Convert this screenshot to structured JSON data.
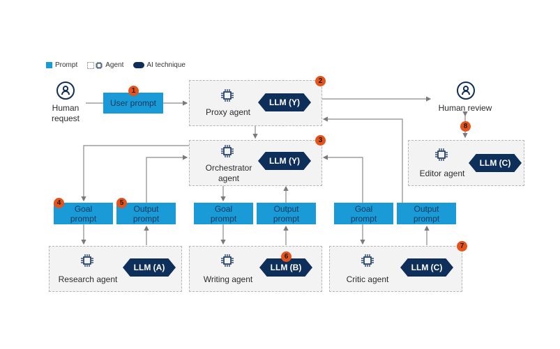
{
  "legend": {
    "prompt": "Prompt",
    "agent": "Agent",
    "ai_technique": "AI technique"
  },
  "human_request": {
    "line1": "Human",
    "line2": "request"
  },
  "user_prompt": "User prompt",
  "human_review": "Human review",
  "agents": {
    "proxy": {
      "label": "Proxy agent",
      "llm": "LLM (Y)"
    },
    "orchestrator": {
      "label_line1": "Orchestrator",
      "label_line2": "agent",
      "llm": "LLM (Y)"
    },
    "editor": {
      "label": "Editor agent",
      "llm": "LLM (C)"
    },
    "research": {
      "label": "Research agent",
      "llm": "LLM (A)"
    },
    "writing": {
      "label": "Writing agent",
      "llm": "LLM (B)"
    },
    "critic": {
      "label": "Critic agent",
      "llm": "LLM (C)"
    }
  },
  "prompts": {
    "goal": {
      "line1": "Goal",
      "line2": "prompt"
    },
    "output": {
      "line1": "Output",
      "line2": "prompt"
    }
  },
  "badges": [
    "1",
    "2",
    "3",
    "4",
    "5",
    "6",
    "7",
    "8"
  ],
  "colors": {
    "prompt": "#1a9ad6",
    "llm": "#0e2f5a",
    "badge": "#e5531a",
    "agent_bg": "#f3f3f4"
  }
}
